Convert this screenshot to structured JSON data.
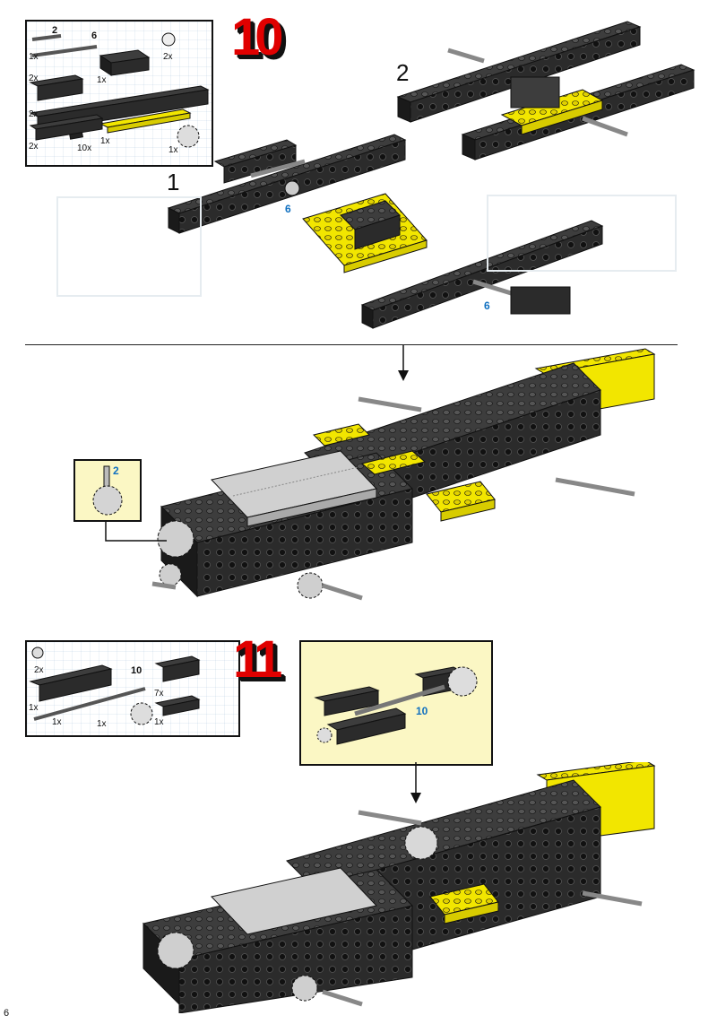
{
  "step10": {
    "number": "10",
    "parts": [
      {
        "qty": "1x",
        "len": "2"
      },
      {
        "qty": "6",
        "len": ""
      },
      {
        "qty": "2x",
        "len": ""
      },
      {
        "qty": "2x",
        "len": ""
      },
      {
        "qty": "1x",
        "len": ""
      },
      {
        "qty": "2x",
        "len": ""
      },
      {
        "qty": "2x",
        "len": ""
      },
      {
        "qty": "10x",
        "len": ""
      },
      {
        "qty": "1x",
        "len": ""
      },
      {
        "qty": "1x",
        "len": ""
      }
    ],
    "sub1": "1",
    "sub2": "2",
    "axle_label_a": "6",
    "axle_label_b": "6",
    "callout_label": "2"
  },
  "step11": {
    "number": "11",
    "parts": [
      {
        "qty": "2x"
      },
      {
        "qty": "10"
      },
      {
        "qty": "7x"
      },
      {
        "qty": "1x"
      },
      {
        "qty": "1x"
      },
      {
        "qty": "1x"
      },
      {
        "qty": "1x"
      }
    ],
    "callout_label": "10"
  },
  "page_number": "6",
  "colors": {
    "brick": "#2b2b2b",
    "brick_top": "#3d3d3d",
    "yellow": "#f2e600",
    "gray": "#cfcfcf",
    "red": "#e00000",
    "blue_label": "#1070c0"
  }
}
